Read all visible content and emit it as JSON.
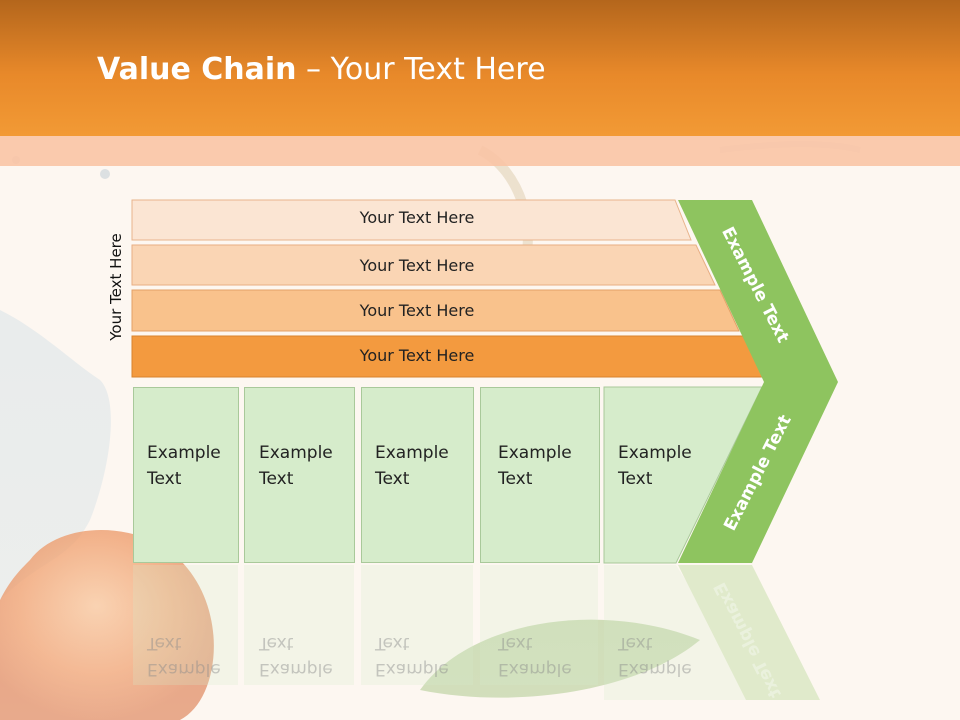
{
  "title": {
    "bold": "Value Chain",
    "rest": " – Your Text Here"
  },
  "side_label": "Your Text Here",
  "bars": [
    {
      "label": "Your Text Here",
      "color": "#fbe5d3"
    },
    {
      "label": "Your Text Here",
      "color": "#fad5b4"
    },
    {
      "label": "Your Text Here",
      "color": "#f9c28c"
    },
    {
      "label": "Your Text Here",
      "color": "#f39a3f"
    }
  ],
  "boxes": [
    {
      "line1": "Example",
      "line2": "Text"
    },
    {
      "line1": "Example",
      "line2": "Text"
    },
    {
      "line1": "Example",
      "line2": "Text"
    },
    {
      "line1": "Example",
      "line2": "Text"
    },
    {
      "line1": "Example",
      "line2": "Text"
    }
  ],
  "chevron": {
    "upper_label": "Example Text",
    "lower_label": "Example Text",
    "color": "#8ec45f"
  },
  "colors": {
    "header": "#e8892a",
    "box_fill": "#d6eccb"
  }
}
